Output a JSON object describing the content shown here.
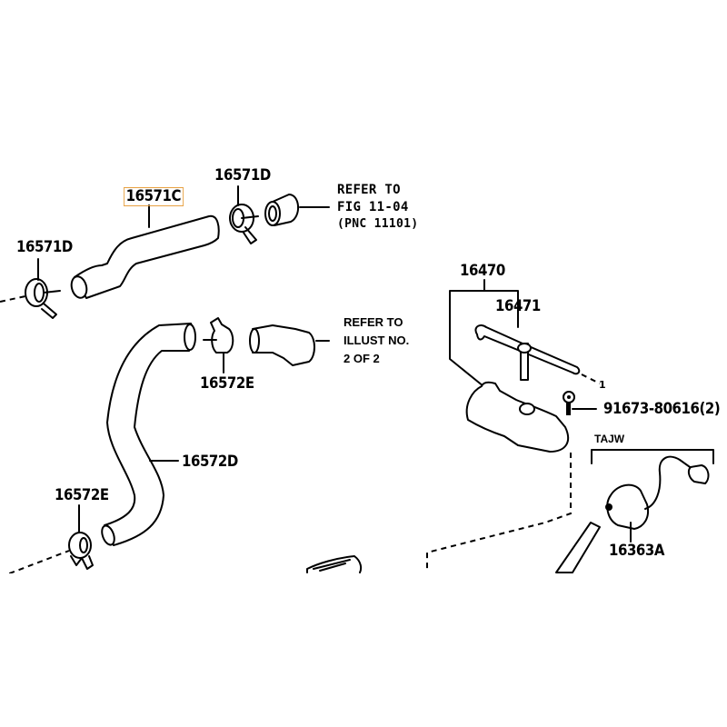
{
  "diagram": {
    "type": "parts-exploded-view",
    "highlight_color": "#e8a040",
    "parts": [
      {
        "id": "hose-upper",
        "number": "16571C",
        "highlighted": true
      },
      {
        "id": "clamp-upper-right",
        "number": "16571D"
      },
      {
        "id": "clamp-upper-left",
        "number": "16571D"
      },
      {
        "id": "clamp-lower-top",
        "number": "16572E"
      },
      {
        "id": "hose-lower",
        "number": "16572D"
      },
      {
        "id": "clamp-lower-bottom",
        "number": "16572E"
      },
      {
        "id": "reserve-tank-assy",
        "number": "16470"
      },
      {
        "id": "reserve-tank-hose",
        "number": "16471"
      },
      {
        "id": "bolt",
        "number": "91673-80616(2)"
      },
      {
        "id": "fan-motor",
        "number": "16363A"
      }
    ],
    "notes": {
      "refer_fig": {
        "line1": "REFER TO",
        "line2": "FIG 11-04",
        "line3": "(PNC 11101)"
      },
      "refer_illust": {
        "line1": "REFER TO",
        "line2": "ILLUST NO.",
        "line3": "2 OF 2"
      },
      "variant_code": "TAJW",
      "callout_symbol": "1"
    }
  }
}
